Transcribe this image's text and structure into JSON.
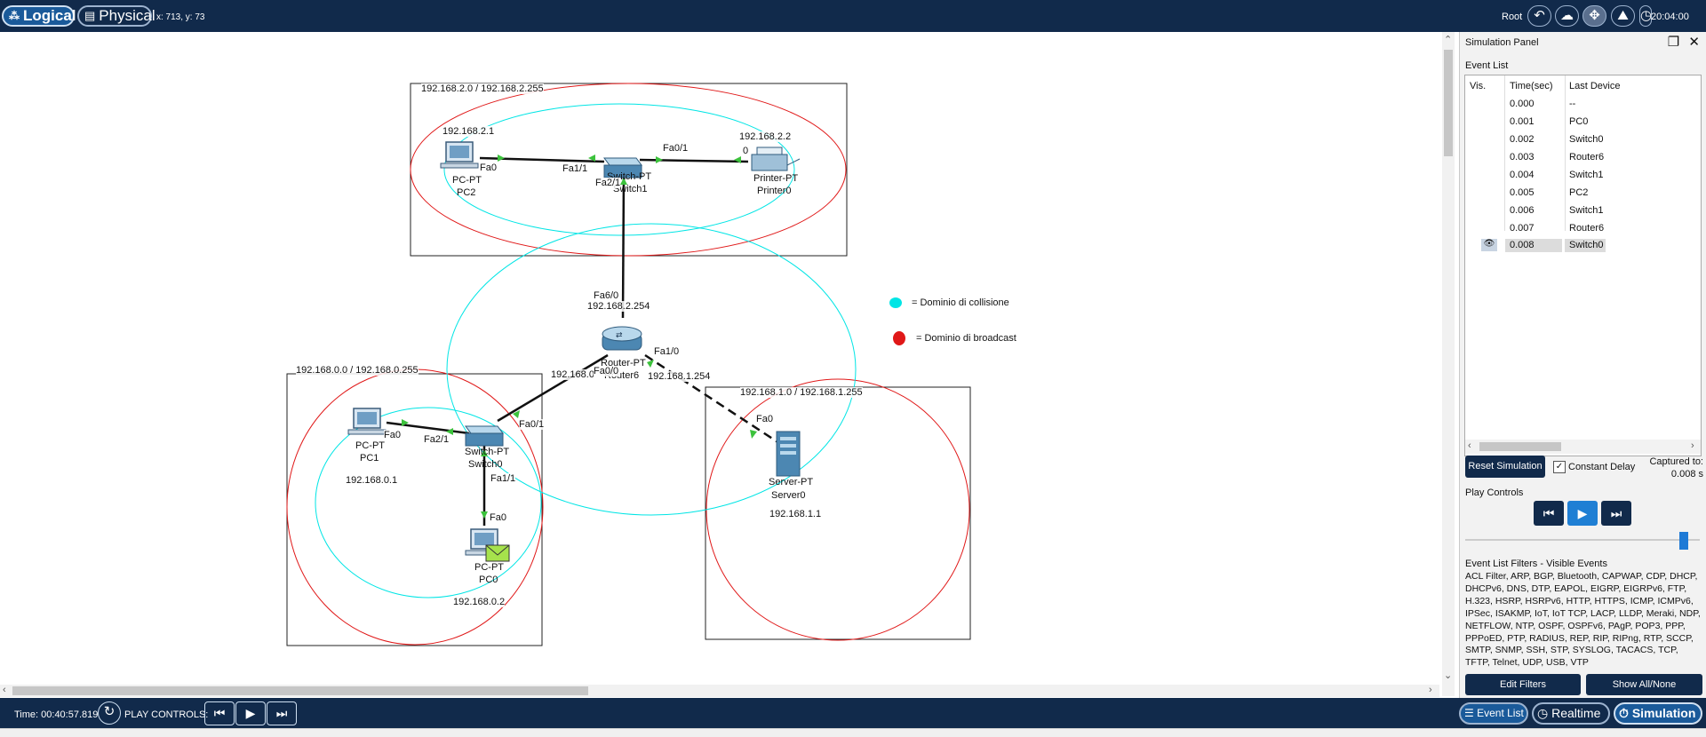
{
  "topbar": {
    "logical_label": "Logical",
    "physical_label": "Physical",
    "coordinates": "x: 713, y: 73",
    "root_label": "Root",
    "clock": "20:04:00"
  },
  "topology": {
    "areas": {
      "net2": "192.168.2.0 / 192.168.2.255",
      "net0": "192.168.0.0 / 192.168.0.255",
      "net1": "192.168.1.0 / 192.168.1.255"
    },
    "pc2": {
      "ip": "192.168.2.1",
      "type": "PC-PT",
      "name": "PC2",
      "port": "Fa0"
    },
    "switch1": {
      "type": "Switch-PT",
      "name": "Switch1",
      "port_a": "Fa1/1",
      "port_b": "Fa0/1",
      "port_c": "Fa2/1"
    },
    "printer0": {
      "ip_line1": "192.168.2.2",
      "ip_line2": "0",
      "type": "Printer-PT",
      "name": "Printer0"
    },
    "router6": {
      "type": "Router-PT",
      "name": "Router6",
      "port_top": "Fa6/0",
      "ip_top": "192.168.2.254",
      "port_right": "Fa1/0",
      "ip_right": "192.168.1.254",
      "port_left": "Fa0/0",
      "ip_left": "192.168.0"
    },
    "switch0": {
      "type": "Switch-PT",
      "name": "Switch0",
      "port_up": "Fa0/1",
      "port_left": "Fa2/1",
      "port_down": "Fa1/1"
    },
    "pc1": {
      "type": "PC-PT",
      "name": "PC1",
      "port": "Fa0",
      "ip": "192.168.0.1"
    },
    "pc0": {
      "type": "PC-PT",
      "name": "PC0",
      "port": "Fa0",
      "ip": "192.168.0.2"
    },
    "server0": {
      "type": "Server-PT",
      "name": "Server0",
      "port": "Fa0",
      "ip": "192.168.1.1"
    },
    "legend": {
      "collision": "= Dominio di collisione",
      "broadcast": "= Dominio di broadcast"
    },
    "colors": {
      "collision": "#00e5e5",
      "broadcast": "#e01818",
      "link_port": "#3cc23c"
    }
  },
  "panel": {
    "title": "Simulation Panel",
    "event_list_label": "Event List",
    "columns": [
      "Vis.",
      "Time(sec)",
      "Last Device"
    ],
    "events": [
      {
        "time": "0.000",
        "device": "--"
      },
      {
        "time": "0.001",
        "device": "PC0"
      },
      {
        "time": "0.002",
        "device": "Switch0"
      },
      {
        "time": "0.003",
        "device": "Router6"
      },
      {
        "time": "0.004",
        "device": "Switch1"
      },
      {
        "time": "0.005",
        "device": "PC2"
      },
      {
        "time": "0.006",
        "device": "Switch1"
      },
      {
        "time": "0.007",
        "device": "Router6"
      },
      {
        "time": "0.008",
        "device": "Switch0"
      }
    ],
    "reset_label": "Reset Simulation",
    "constant_delay_label": "Constant Delay",
    "captured_label": "Captured to:",
    "captured_value": "0.008 s",
    "play_controls_label": "Play Controls",
    "filters_title": "Event List Filters - Visible Events",
    "filters_text": "ACL Filter, ARP, BGP, Bluetooth, CAPWAP, CDP, DHCP, DHCPv6, DNS, DTP, EAPOL, EIGRP, EIGRPv6, FTP, H.323, HSRP, HSRPv6, HTTP, HTTPS, ICMP, ICMPv6, IPSec, ISAKMP, IoT, IoT TCP, LACP, LLDP, Meraki, NDP, NETFLOW, NTP, OSPF, OSPFv6, PAgP, POP3, PPP, PPPoED, PTP, RADIUS, REP, RIP, RIPng, RTP, SCCP, SMTP, SNMP, SSH, STP, SYSLOG, TACACS, TCP, TFTP, Telnet, UDP, USB, VTP",
    "edit_filters_label": "Edit Filters",
    "show_all_label": "Show All/None"
  },
  "bottombar": {
    "time": "Time: 00:40:57.819",
    "play_controls_label": "PLAY CONTROLS:",
    "event_list_label": "Event List",
    "realtime_label": "Realtime",
    "simulation_label": "Simulation"
  }
}
